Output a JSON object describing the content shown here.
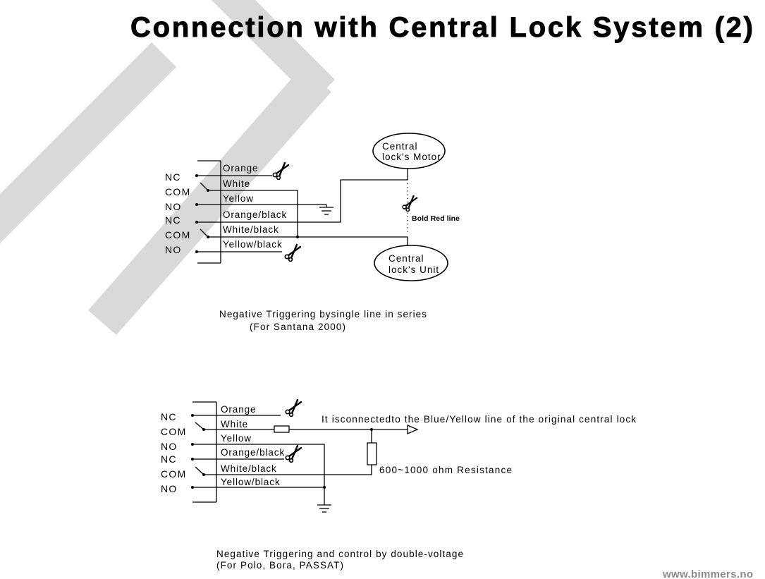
{
  "title": "Connection with Central Lock System (2)",
  "diagram_top": {
    "pins": [
      "NC",
      "COM",
      "NO",
      "NC",
      "COM",
      "NO"
    ],
    "wires": [
      "Orange",
      "White",
      "Yellow",
      "Orange/black",
      "White/black",
      "Yellow/black"
    ],
    "motor": {
      "line1": "Central",
      "line2": "lock's Motor"
    },
    "unit": {
      "line1": "Central",
      "line2": "lock's Unit"
    },
    "bold_red_line": "Bold Red line",
    "caption": {
      "line1": "Negative Triggering bysingle line in series",
      "line2": "(For Santana 2000)"
    }
  },
  "diagram_bottom": {
    "pins": [
      "NC",
      "COM",
      "NO",
      "NC",
      "COM",
      "NO"
    ],
    "wires": [
      "Orange",
      "White",
      "Yellow",
      "Orange/black",
      "White/black",
      "Yellow/black"
    ],
    "connection_note": "It isconnectedto the Blue/Yellow line of the original central lock",
    "resistance_label": "600~1000 ohm Resistance",
    "caption": {
      "line1": "Negative Triggering and control by double-voltage",
      "line2": "(For Polo, Bora, PASSAT)"
    }
  },
  "footer": "www.bimmers.no",
  "icons": {
    "cut_point": "scissors-icon",
    "ground": "ground-icon",
    "output_arrow": "open-arrow-icon"
  },
  "colors": {
    "line": "#000000",
    "watermark": "#d9d9d9",
    "footer_text": "#8a8a8a"
  }
}
